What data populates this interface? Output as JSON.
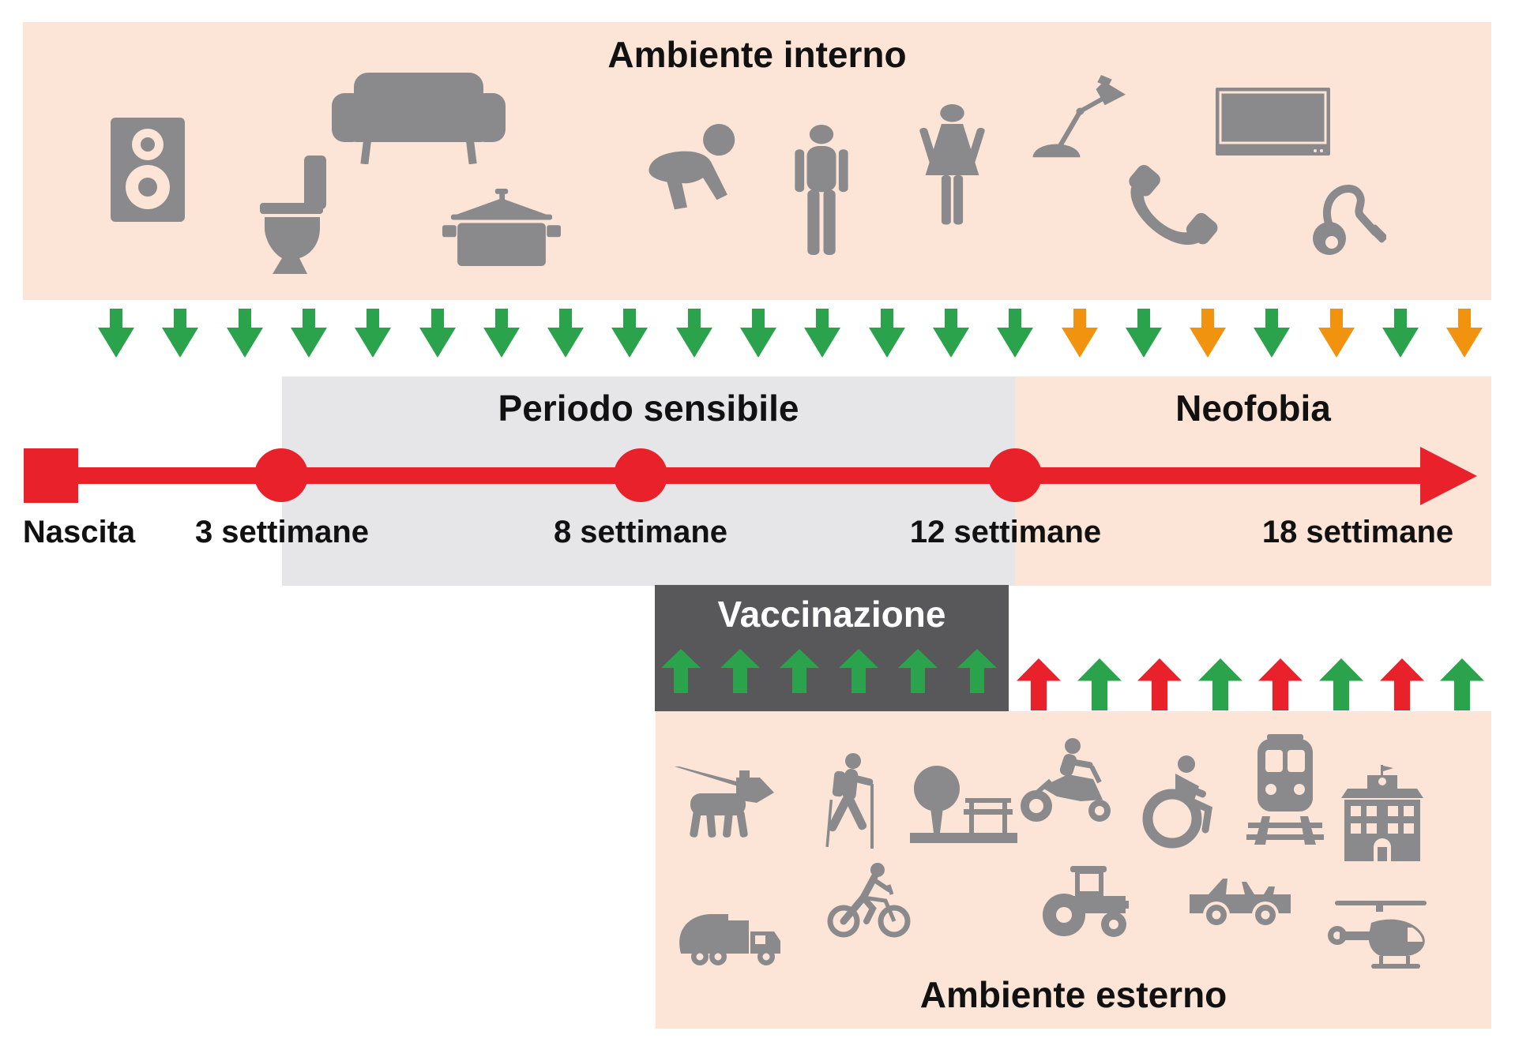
{
  "palette": {
    "peach": "#fce4d6",
    "gray_box": "#e6e6e8",
    "dark_box": "#58585a",
    "icon_gray": "#8a8a8c",
    "red": "#e8212b",
    "green": "#2aa34c",
    "orange": "#f2930f",
    "text": "#111111",
    "white": "#ffffff"
  },
  "indoor": {
    "title": "Ambiente interno",
    "icons": [
      "speaker-icon",
      "toilet-icon",
      "sofa-icon",
      "pot-icon",
      "baby-icon",
      "man-icon",
      "woman-icon",
      "lamp-icon",
      "phone-icon",
      "tv-icon",
      "vacuum-icon"
    ]
  },
  "down_arrows": [
    "green",
    "green",
    "green",
    "green",
    "green",
    "green",
    "green",
    "green",
    "green",
    "green",
    "green",
    "green",
    "green",
    "green",
    "green",
    "orange",
    "green",
    "orange",
    "green",
    "orange",
    "green",
    "orange"
  ],
  "timeline": {
    "periods": [
      {
        "label": "Periodo sensibile"
      },
      {
        "label": "Neofobia"
      }
    ],
    "milestones": [
      {
        "label": "Nascita"
      },
      {
        "label": "3 settimane"
      },
      {
        "label": "8 settimane"
      },
      {
        "label": "12 settimane"
      },
      {
        "label": "18 settimane"
      }
    ]
  },
  "vaccination": {
    "title": "Vaccinazione",
    "arrows": [
      "green",
      "green",
      "green",
      "green",
      "green",
      "green"
    ]
  },
  "right_up_arrows": [
    "red",
    "green",
    "red",
    "green",
    "red",
    "green",
    "red",
    "green"
  ],
  "outdoor": {
    "title": "Ambiente esterno",
    "icons": [
      "dog-leash-icon",
      "hiker-icon",
      "park-bench-icon",
      "motorbike-icon",
      "wheelchair-icon",
      "train-icon",
      "school-icon",
      "garbage-truck-icon",
      "cyclist-icon",
      "tractor-icon",
      "jeep-icon",
      "helicopter-icon"
    ]
  }
}
